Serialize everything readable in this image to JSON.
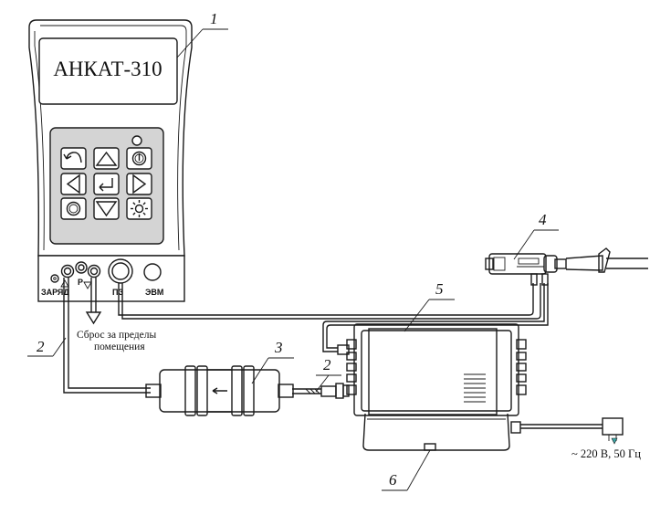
{
  "device": {
    "display_text": "АНКАТ-310",
    "port_labels": {
      "charge": "ЗАРЯД",
      "p": "Р",
      "pz": "ПЗ",
      "evm": "ЭВМ"
    }
  },
  "annotations": {
    "exhaust": "Сброс за пределы помещения",
    "exhaust_line1": "Сброс за пределы",
    "exhaust_line2": "помещения",
    "power": "~ 220 В, 50 Гц"
  },
  "callouts": [
    "1",
    "2",
    "2",
    "3",
    "4",
    "5",
    "6"
  ]
}
